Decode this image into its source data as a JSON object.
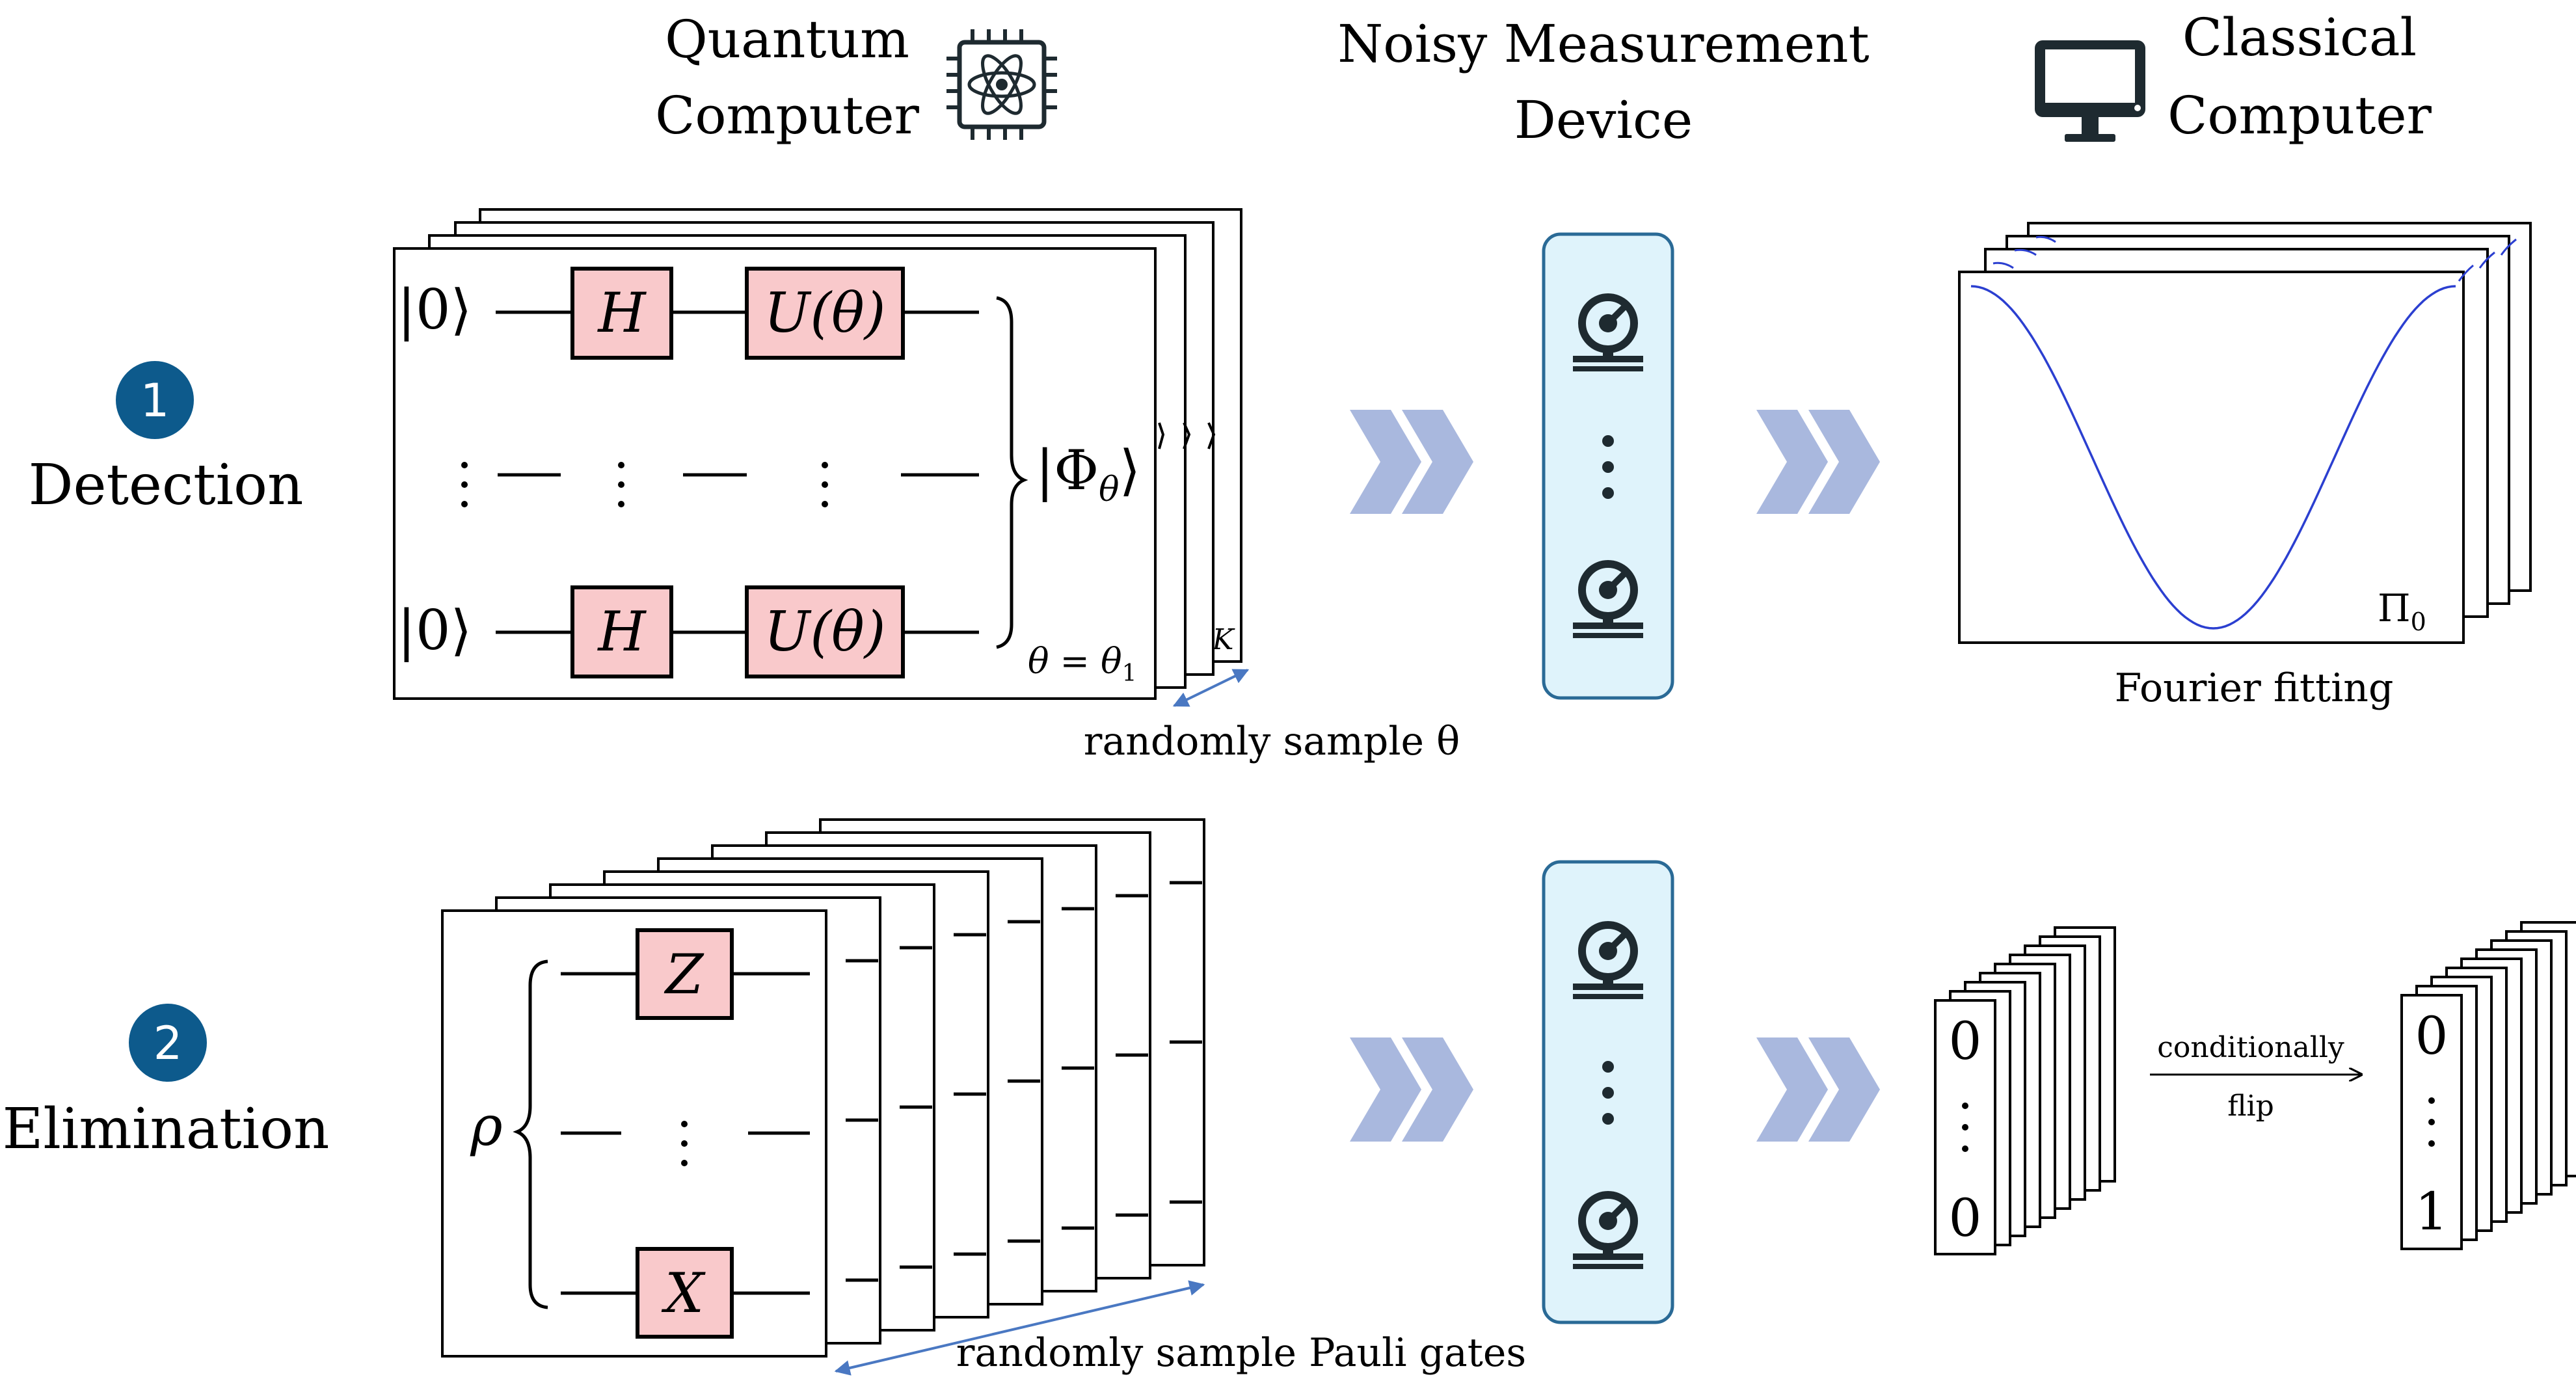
{
  "headers": {
    "quantum": [
      "Quantum",
      "Computer"
    ],
    "measurement": [
      "Noisy Measurement",
      "Device"
    ],
    "classical": [
      "Classical",
      "Computer"
    ]
  },
  "stages": [
    {
      "number": "1",
      "label": "Detection"
    },
    {
      "number": "2",
      "label": "Elimination"
    }
  ],
  "detection": {
    "ket_zero": "|0⟩",
    "gate_h": "H",
    "gate_u": "U(θ)",
    "state": "|Φ",
    "state_sub": "θ",
    "state_close": "⟩",
    "theta_label": "θ = θ",
    "theta_sub": "1",
    "k_label": "K",
    "sample_label": "randomly sample θ",
    "fit_label": "Fourier fitting",
    "pi_label": "Π",
    "pi_sub": "0"
  },
  "elimination": {
    "rho": "ρ",
    "gate_z": "Z",
    "gate_x": "X",
    "sample_label": "randomly sample Pauli gates",
    "bits_before": [
      "0",
      "0"
    ],
    "bits_after": [
      "0",
      "1"
    ],
    "flip_label_1": "conditionally",
    "flip_label_2": "flip"
  },
  "colors": {
    "stage_badge": "#0d5a8c",
    "gate_fill": "#f9c9cb",
    "device_fill": "#dff3fb",
    "device_stroke": "#2a6a96",
    "chevron": "#a9b8de",
    "arrow": "#4a78c2",
    "curve": "#2b3fd0",
    "icon": "#1e2a30"
  }
}
